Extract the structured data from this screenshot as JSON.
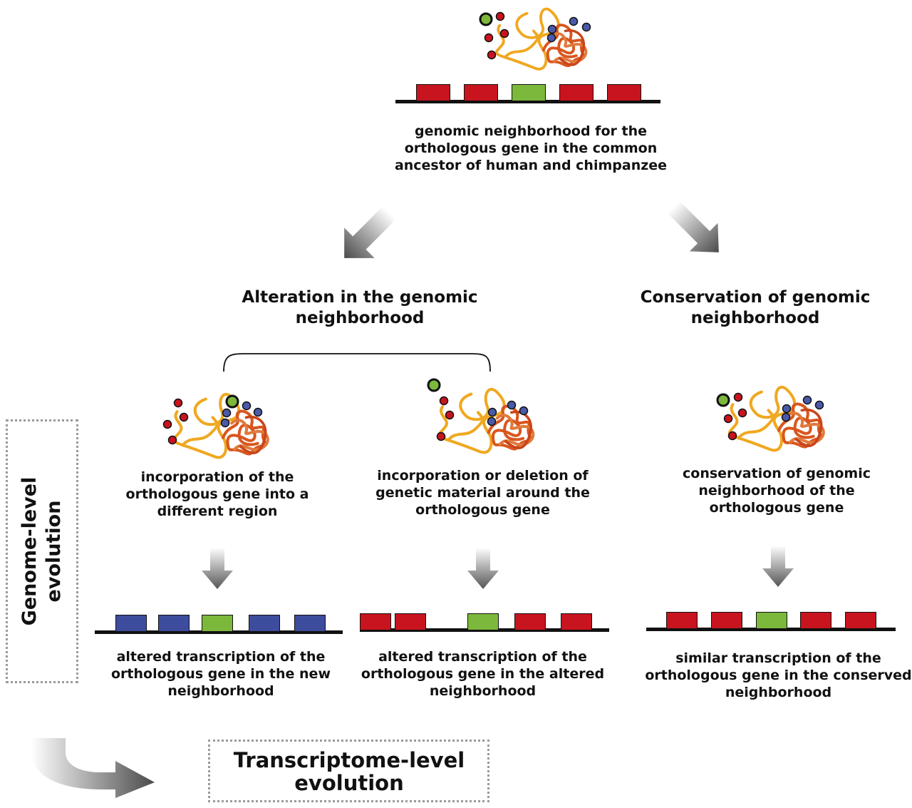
{
  "colors": {
    "red_gene": "#c8141e",
    "green_gene": "#7cb83c",
    "blue_gene": "#3d4c9c",
    "chromatin_yellow": "#f0a820",
    "chromatin_orange": "#d9561e",
    "dna_line": "#111111",
    "arrow_gray": "#6a6a6a",
    "dashed_border": "#9a9a9a"
  },
  "ancestor": {
    "caption": "genomic neighborhood for the\northologous gene in the common\nancestor of human and chimpanzee",
    "genes": [
      "red",
      "red",
      "green",
      "red",
      "red"
    ]
  },
  "branches": {
    "alteration_heading": "Alteration in the genomic\nneighborhood",
    "conservation_heading": "Conservation of genomic\nneighborhood"
  },
  "scenarios": [
    {
      "name": "relocation",
      "description": "incorporation of the\northologous gene into a\ndifferent region",
      "outcome": "altered transcription of the\northologous gene in the new\nneighborhood",
      "genes": [
        "blue",
        "blue",
        "green",
        "blue",
        "blue"
      ]
    },
    {
      "name": "indel",
      "description": "incorporation or deletion of\ngenetic material around the\northologous gene",
      "outcome": "altered transcription of the\northologous gene in the altered\nneighborhood",
      "genes": [
        "red",
        "red",
        "green",
        "red",
        "red"
      ]
    },
    {
      "name": "conserved",
      "description": "conservation of genomic\nneighborhood of the\northologous gene",
      "outcome": "similar transcription of the\northologous gene in the conserved\nneighborhood",
      "genes": [
        "red",
        "red",
        "green",
        "red",
        "red"
      ]
    }
  ],
  "levels": {
    "genome": "Genome-level\nevolution",
    "transcriptome": "Transcriptome-level\nevolution"
  },
  "icons": [
    "chromatin-fiber-icon",
    "gray-gradient-arrow-icon",
    "curved-arrow-icon",
    "bracket-icon"
  ]
}
